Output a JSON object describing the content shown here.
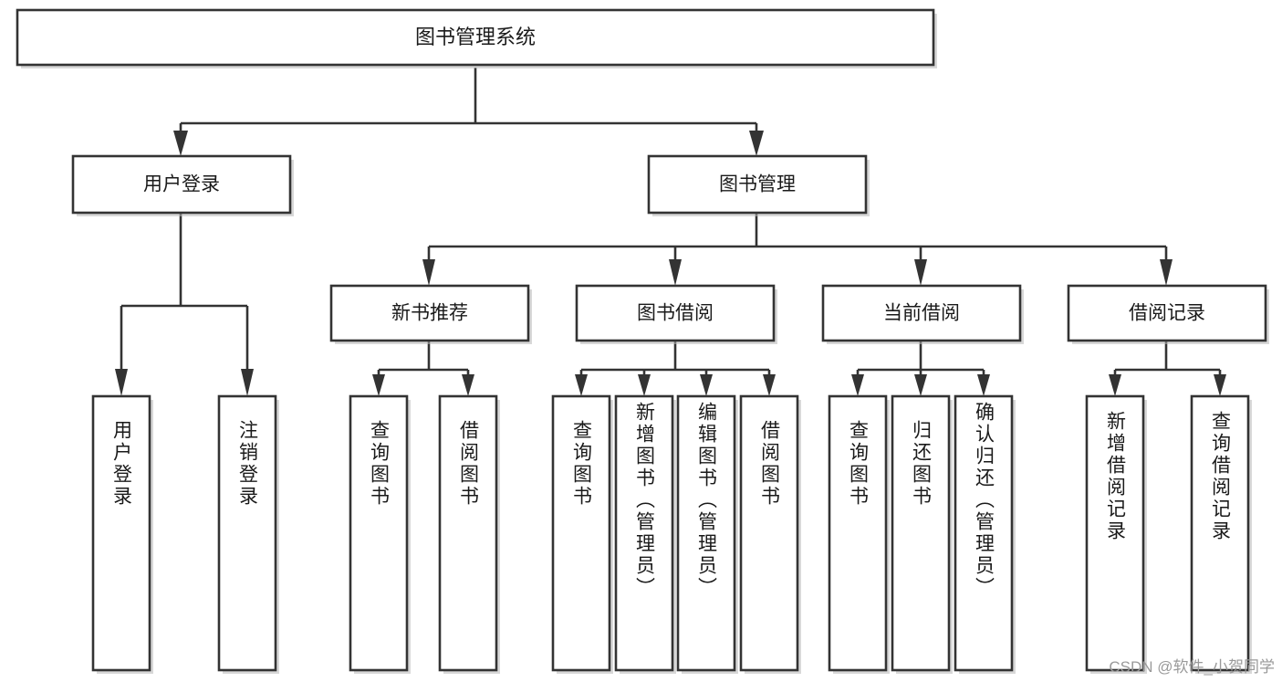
{
  "diagram": {
    "type": "tree-hierarchy",
    "title": "图书管理系统",
    "watermark": "CSDN @软件_小贺同学",
    "colors": {
      "background": "#ffffff",
      "box_fill": "#ffffff",
      "box_stroke": "#333333",
      "text": "#1a1a1a",
      "watermark_text": "#9a9a9a",
      "shadow": "#b8b8b8"
    },
    "root": {
      "id": "root",
      "label": "图书管理系统"
    },
    "level2": [
      {
        "id": "user-login",
        "label": "用户登录"
      },
      {
        "id": "book-manage",
        "label": "图书管理"
      }
    ],
    "level3": [
      {
        "id": "new-book-recommend",
        "label": "新书推荐",
        "parent": "book-manage"
      },
      {
        "id": "book-borrow",
        "label": "图书借阅",
        "parent": "book-manage"
      },
      {
        "id": "current-borrow",
        "label": "当前借阅",
        "parent": "book-manage"
      },
      {
        "id": "borrow-record",
        "label": "借阅记录",
        "parent": "book-manage"
      }
    ],
    "leaves": [
      {
        "id": "leaf-user-login",
        "label": "用户登录",
        "parent": "user-login"
      },
      {
        "id": "leaf-user-logout",
        "label": "注销登录",
        "parent": "user-login"
      },
      {
        "id": "leaf-query-book-1",
        "label": "查询图书",
        "parent": "new-book-recommend"
      },
      {
        "id": "leaf-borrow-book-1",
        "label": "借阅图书",
        "parent": "new-book-recommend"
      },
      {
        "id": "leaf-query-book-2",
        "label": "查询图书",
        "parent": "book-borrow"
      },
      {
        "id": "leaf-add-book",
        "label": "新增图书（管理员）",
        "parent": "book-borrow"
      },
      {
        "id": "leaf-edit-book",
        "label": "编辑图书（管理员）",
        "parent": "book-borrow"
      },
      {
        "id": "leaf-borrow-book-2",
        "label": "借阅图书",
        "parent": "book-borrow"
      },
      {
        "id": "leaf-query-book-3",
        "label": "查询图书",
        "parent": "current-borrow"
      },
      {
        "id": "leaf-return-book",
        "label": "归还图书",
        "parent": "current-borrow"
      },
      {
        "id": "leaf-confirm-return",
        "label": "确认归还（管理员）",
        "parent": "current-borrow"
      },
      {
        "id": "leaf-add-record",
        "label": "新增借阅记录",
        "parent": "borrow-record"
      },
      {
        "id": "leaf-query-record",
        "label": "查询借阅记录",
        "parent": "borrow-record"
      }
    ]
  }
}
